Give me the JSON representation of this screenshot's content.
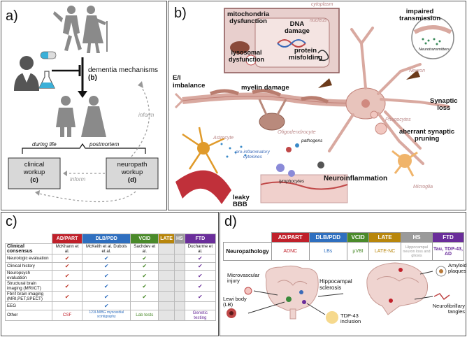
{
  "panel_a": {
    "label": "a)",
    "mechanisms": "dementia mechanisms",
    "mechanisms_ref": "(b)",
    "during_life": "during life",
    "postmortem": "postmortem",
    "clinical_line1": "clinical",
    "clinical_line2": "workup",
    "clinical_ref": "(c)",
    "neuropath_line1": "neuropath",
    "neuropath_line2": "workup",
    "neuropath_ref": "(d)",
    "inform_top": "inform",
    "inform_bottom": "inform"
  },
  "panel_b": {
    "label": "b)",
    "cytoplasm": "cytoplasm",
    "nucleus": "nucleus",
    "mito_line1": "mitochondria",
    "mito_line2": "dysfunction",
    "dna_line1": "DNA",
    "dna_line2": "damage",
    "lyso_line1": "lysosomal",
    "lyso_line2": "dysfunction",
    "protein_line1": "protein",
    "protein_line2": "misfolding",
    "impaired_line1": "impaired",
    "impaired_line2": "transmission",
    "neurotransmitters": "Neurotransmitters",
    "neuron": "Neuron",
    "ei_line1": "E/I",
    "ei_line2": "imbalance",
    "myelin": "myelin damage",
    "oligodendrocyte": "Oligodendrocyte",
    "synaptic_line1": "Synaptic",
    "synaptic_line2": "loss",
    "phagocytes": "Phagocytes",
    "aberrant_line1": "aberrant synaptic",
    "aberrant_line2": "pruning",
    "astrocyte": "Astrocyte",
    "pathogens": "pathogens",
    "cytokines_line1": "pro-inflammatory",
    "cytokines_line2": "cytokines",
    "lymphocytes": "lymphocytes",
    "neuroinflammation": "Neuroinflammation",
    "microglia": "Microglia",
    "leaky_line1": "leaky",
    "leaky_line2": "BBB"
  },
  "panel_c": {
    "label": "c)",
    "headers": [
      "AD/PART",
      "DLB/PDD",
      "VCID",
      "LATE",
      "HS",
      "FTD"
    ],
    "header_colors": [
      "#c0202a",
      "#2f6fbf",
      "#4a8a2a",
      "#b8860b",
      "#9a9a9a",
      "#6a2d9a"
    ],
    "consensus_label_line1": "Clinical",
    "consensus_label_line2": "consensus",
    "consensus": [
      "McKhann et al.",
      "McKeith et al. Dubois et al.",
      "Sachdev et al.",
      "",
      "",
      "Ducharme et al."
    ],
    "rows": [
      {
        "label": "Neurologic evaluation",
        "checks": [
          true,
          true,
          true,
          false,
          false,
          true
        ]
      },
      {
        "label": "Clinical history",
        "checks": [
          true,
          true,
          true,
          false,
          false,
          true
        ]
      },
      {
        "label": "Neuropsych evaluation",
        "checks": [
          true,
          true,
          true,
          false,
          false,
          true
        ]
      },
      {
        "label": "Structural brain imaging (MRI/CT)",
        "checks": [
          true,
          true,
          true,
          false,
          false,
          true
        ]
      },
      {
        "label": "Fbn'l brain imaging (MRI,PET,SPECT)",
        "checks": [
          true,
          true,
          true,
          false,
          false,
          true
        ]
      },
      {
        "label": "EEG",
        "checks": [
          false,
          true,
          false,
          false,
          false,
          false
        ]
      }
    ],
    "other_label": "Other",
    "other": [
      "CSF",
      "123I-MIBG myocardial scintigraphy",
      "Lab tests",
      "",
      "",
      "Genetic testing"
    ],
    "check_color": "#c0392b"
  },
  "panel_d": {
    "label": "d)",
    "headers": [
      "AD/PART",
      "DLB/PDD",
      "VCID",
      "LATE",
      "HS",
      "FTD"
    ],
    "header_colors": [
      "#c0202a",
      "#2f6fbf",
      "#4a8a2a",
      "#b8860b",
      "#9a9a9a",
      "#6a2d9a"
    ],
    "row_label": "Neuropathology",
    "values": [
      "ADNC",
      "LBs",
      "μVBI",
      "LATE-NC",
      "Hippocampal neuron loss and gliosis",
      "Tau, TDP-43, AD"
    ],
    "value_colors": [
      "#c0202a",
      "#2f6fbf",
      "#4a8a2a",
      "#b8860b",
      "#9a9a9a",
      "#6a2d9a"
    ],
    "microvascular_line1": "Microvascular",
    "microvascular_line2": "injury",
    "hippocampal_line1": "Hippocampal",
    "hippocampal_line2": "sclerosis",
    "amyloid_line1": "Amyloid",
    "amyloid_line2": "plaques",
    "nft_line1": "Neurofibrillary",
    "nft_line2": "tangles",
    "lewy_line1": "Lewi body",
    "lewy_line2": "(LB)",
    "tdp_line1": "TDP-43",
    "tdp_line2": "inclusion"
  }
}
